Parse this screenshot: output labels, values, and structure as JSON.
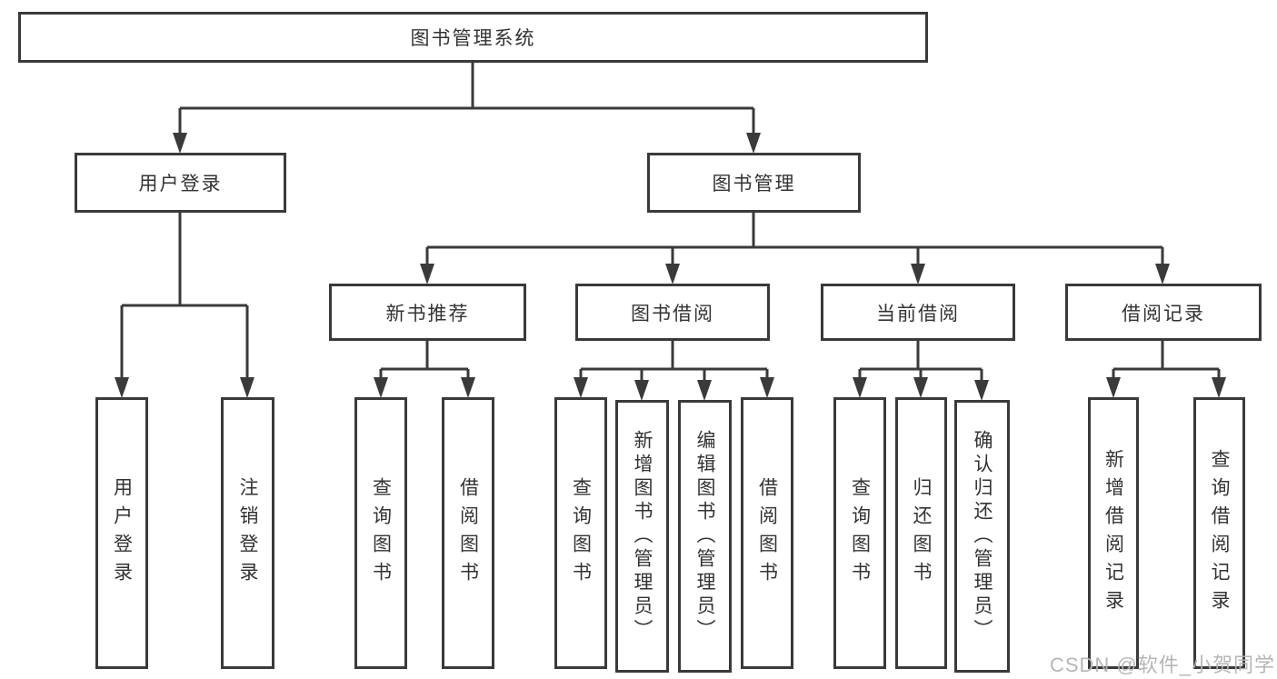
{
  "tree": {
    "label": "图书管理系统",
    "children": [
      {
        "label": "用户登录",
        "children": [
          {
            "label": "用户登录"
          },
          {
            "label": "注销登录"
          }
        ]
      },
      {
        "label": "图书管理",
        "children": [
          {
            "label": "新书推荐",
            "children": [
              {
                "label": "查询图书"
              },
              {
                "label": "借阅图书"
              }
            ]
          },
          {
            "label": "图书借阅",
            "children": [
              {
                "label": "查询图书"
              },
              {
                "label": "新增图书（管理员）"
              },
              {
                "label": "编辑图书（管理员）"
              },
              {
                "label": "借阅图书"
              }
            ]
          },
          {
            "label": "当前借阅",
            "children": [
              {
                "label": "查询图书"
              },
              {
                "label": "归还图书"
              },
              {
                "label": "确认归还（管理员）"
              }
            ]
          },
          {
            "label": "借阅记录",
            "children": [
              {
                "label": "新增借阅记录"
              },
              {
                "label": "查询借阅记录"
              }
            ]
          }
        ]
      }
    ]
  },
  "watermark": {
    "text": "CSDN @软件_小贺同学"
  },
  "colors": {
    "line": "#3a3a3a",
    "box_border": "#3a3a3a",
    "text": "#333333",
    "background": "#ffffff",
    "watermark": "#b3b3b3"
  }
}
